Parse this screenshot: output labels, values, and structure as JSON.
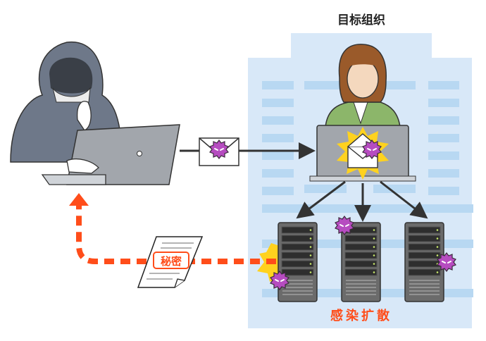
{
  "title": "目标组织",
  "document_stamp": "秘密",
  "caption": "感染扩散",
  "colors": {
    "building": "#d8e8f8",
    "building_stripe": "#b8d8f2",
    "exfil_path": "#ff4d1a",
    "malware": "#b64cc0",
    "burst": "#ffd21f",
    "hoodie": "#6e7889",
    "jacket": "#8cb66a",
    "server": "#6b6b6b"
  },
  "icons": [
    "hacker",
    "laptop",
    "envelope-malware",
    "victim",
    "server-rack",
    "secret-document",
    "virus"
  ]
}
